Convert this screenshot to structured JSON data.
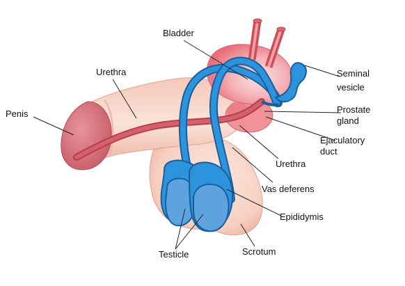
{
  "labels": {
    "bladder": "Bladder",
    "urethra_top": "Urethra",
    "penis": "Penis",
    "seminal_vesicle_1": "Seminal",
    "seminal_vesicle_2": "vesicle",
    "prostate_1": "Prostate",
    "prostate_2": "gland",
    "ejaculatory_1": "Ejaculatory",
    "ejaculatory_2": "duct",
    "urethra_right": "Urethra",
    "vas_deferens": "Vas deferens",
    "epididymis": "Epididymis",
    "testicle": "Testicle",
    "scrotum": "Scrotum"
  },
  "colors": {
    "skin_light": "#fbe3d9",
    "skin_mid": "#f2c2b2",
    "skin_dark": "#e7a593",
    "glans": "#d97079",
    "glans_dark": "#b84b57",
    "urethra": "#c94a57",
    "bladder": "#ef8a92",
    "bladder_highlight": "#f8d0d3",
    "prostate": "#f08e93",
    "duct_blue": "#1f86d1",
    "duct_outline": "#1a5f9a",
    "testicle": "#5fa3de",
    "testicle_outline": "#1a5f9a"
  }
}
